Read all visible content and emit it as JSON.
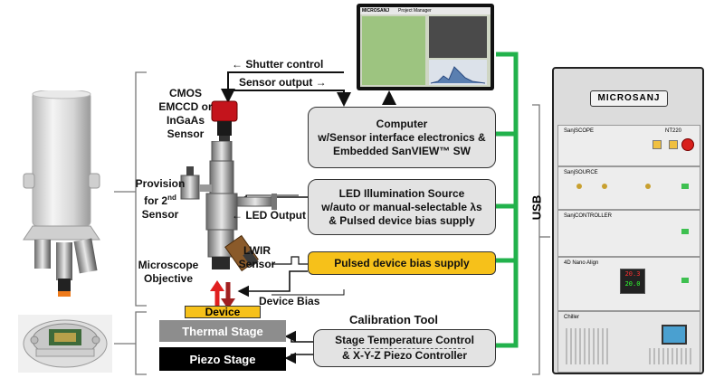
{
  "labels": {
    "shutter_control": "Shutter control",
    "sensor_output": "Sensor output",
    "sensor_type": [
      "CMOS",
      "EMCCD or",
      "InGaAs",
      "Sensor"
    ],
    "provision": [
      "Provision",
      "for 2nd",
      "Sensor"
    ],
    "led_output": "LED Output",
    "lwir": [
      "LWIR",
      "Sensor"
    ],
    "microscope": [
      "Microscope",
      "Objective"
    ],
    "device_bias": "Device Bias",
    "device": "Device",
    "calibration_tool": "Calibration Tool",
    "thermal_stage": "Thermal Stage",
    "piezo_stage": "Piezo Stage",
    "usb": "USB"
  },
  "boxes": {
    "computer": [
      "Computer",
      "w/Sensor interface electronics &",
      "Embedded SanVIEW™ SW"
    ],
    "led": [
      "LED Illumination Source",
      "w/auto or manual-selectable λs",
      "& Pulsed device bias supply"
    ],
    "pulsed": "Pulsed device bias supply",
    "stage_ctrl": [
      "Stage Temperature Control",
      "& X-Y-Z Piezo Controller"
    ]
  },
  "monitor": {
    "brand": "MICROSANJ",
    "window_title": "Project Manager"
  },
  "rack": {
    "logo": "MICROSANJ",
    "modules": [
      "SanjSCOPE",
      "SanjSOURCE",
      "SanjCONTROLLER",
      "4D Nano Align",
      "Chiller"
    ],
    "model": "NT220",
    "temp_display": [
      "20.3",
      "20.0"
    ]
  },
  "colors": {
    "usb_line": "#22b24c",
    "bias_box": "#f6c11a",
    "grey_box": "#e3e3e3",
    "arrow_red": "#e02020",
    "thermal_stage": "#8d8d8d",
    "piezo_stage": "#000000"
  }
}
